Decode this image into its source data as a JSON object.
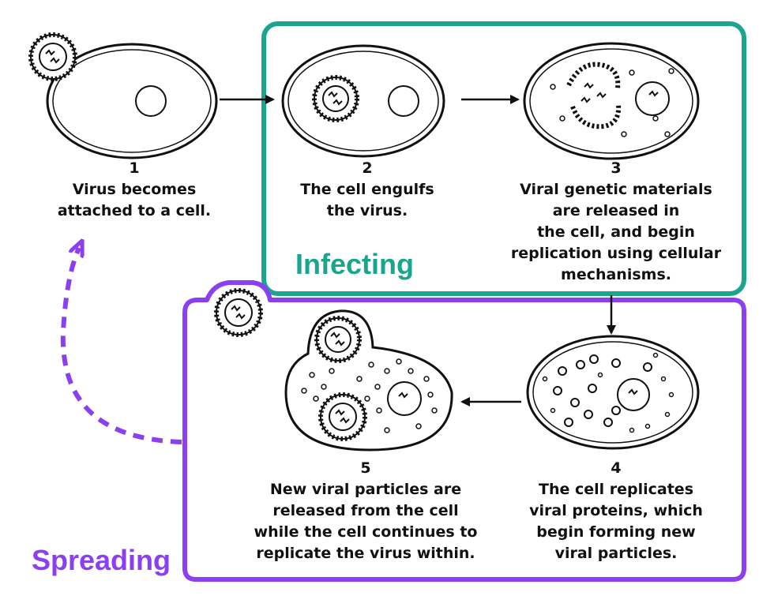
{
  "colors": {
    "infecting": "#1aa58d",
    "spreading": "#8a3ff0",
    "ink": "#111111"
  },
  "groups": {
    "infecting": "Infecting",
    "spreading": "Spreading"
  },
  "steps": [
    {
      "number": "1",
      "lines": [
        "Virus becomes",
        "attached to a cell."
      ]
    },
    {
      "number": "2",
      "lines": [
        "The cell engulfs",
        "the virus."
      ]
    },
    {
      "number": "3",
      "lines": [
        "Viral genetic materials",
        "are released in",
        "the cell, and begin",
        "replication using cellular",
        "mechanisms."
      ]
    },
    {
      "number": "4",
      "lines": [
        "The cell replicates",
        "viral proteins, which",
        "begin forming new",
        "viral particles."
      ]
    },
    {
      "number": "5",
      "lines": [
        "New viral particles are",
        "released from the cell",
        "while the cell continues to",
        "replicate the virus within."
      ]
    }
  ],
  "icons": {
    "virus": "virus-particle-icon",
    "cell": "cell-icon",
    "nucleus": "nucleus-icon"
  }
}
